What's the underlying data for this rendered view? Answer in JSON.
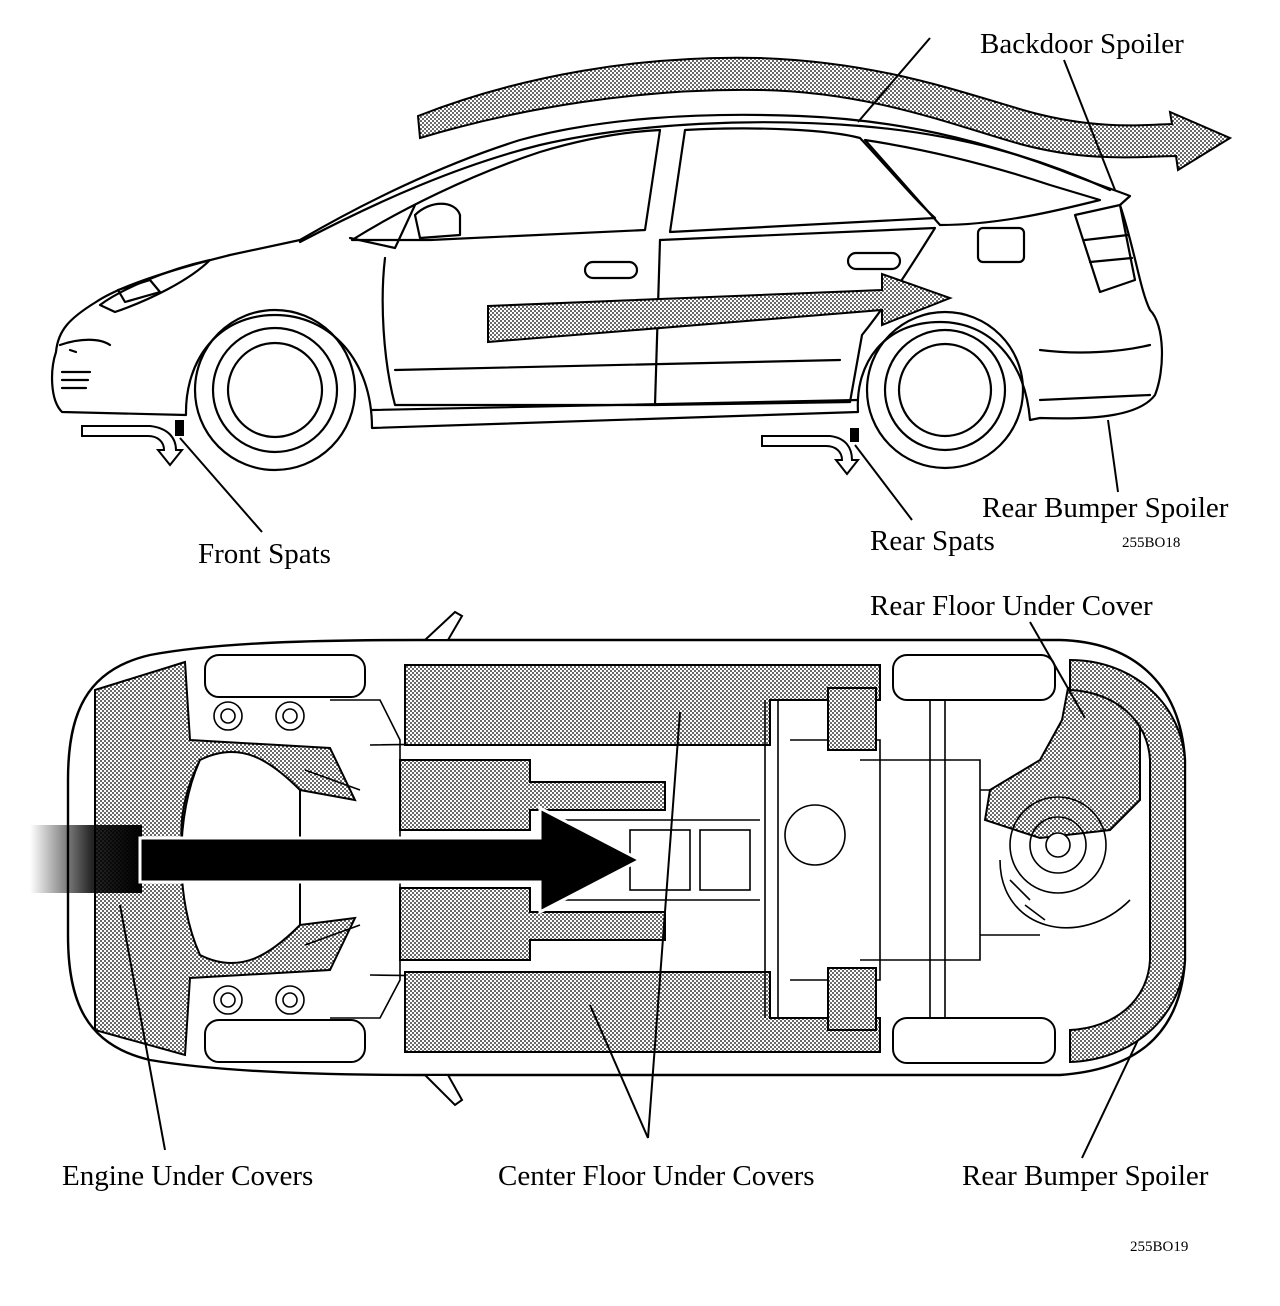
{
  "side_view": {
    "labels": {
      "backdoor_spoiler": "Backdoor Spoiler",
      "rear_bumper_spoiler": "Rear Bumper Spoiler",
      "front_spats": "Front Spats",
      "rear_spats": "Rear Spats"
    },
    "figure_code": "255BO18"
  },
  "under_view": {
    "labels": {
      "rear_floor_under_cover": "Rear Floor Under Cover",
      "engine_under_covers": "Engine Under Covers",
      "center_floor_under_covers": "Center Floor Under Covers",
      "rear_bumper_spoiler": "Rear Bumper Spoiler"
    },
    "figure_code": "255BO19"
  }
}
